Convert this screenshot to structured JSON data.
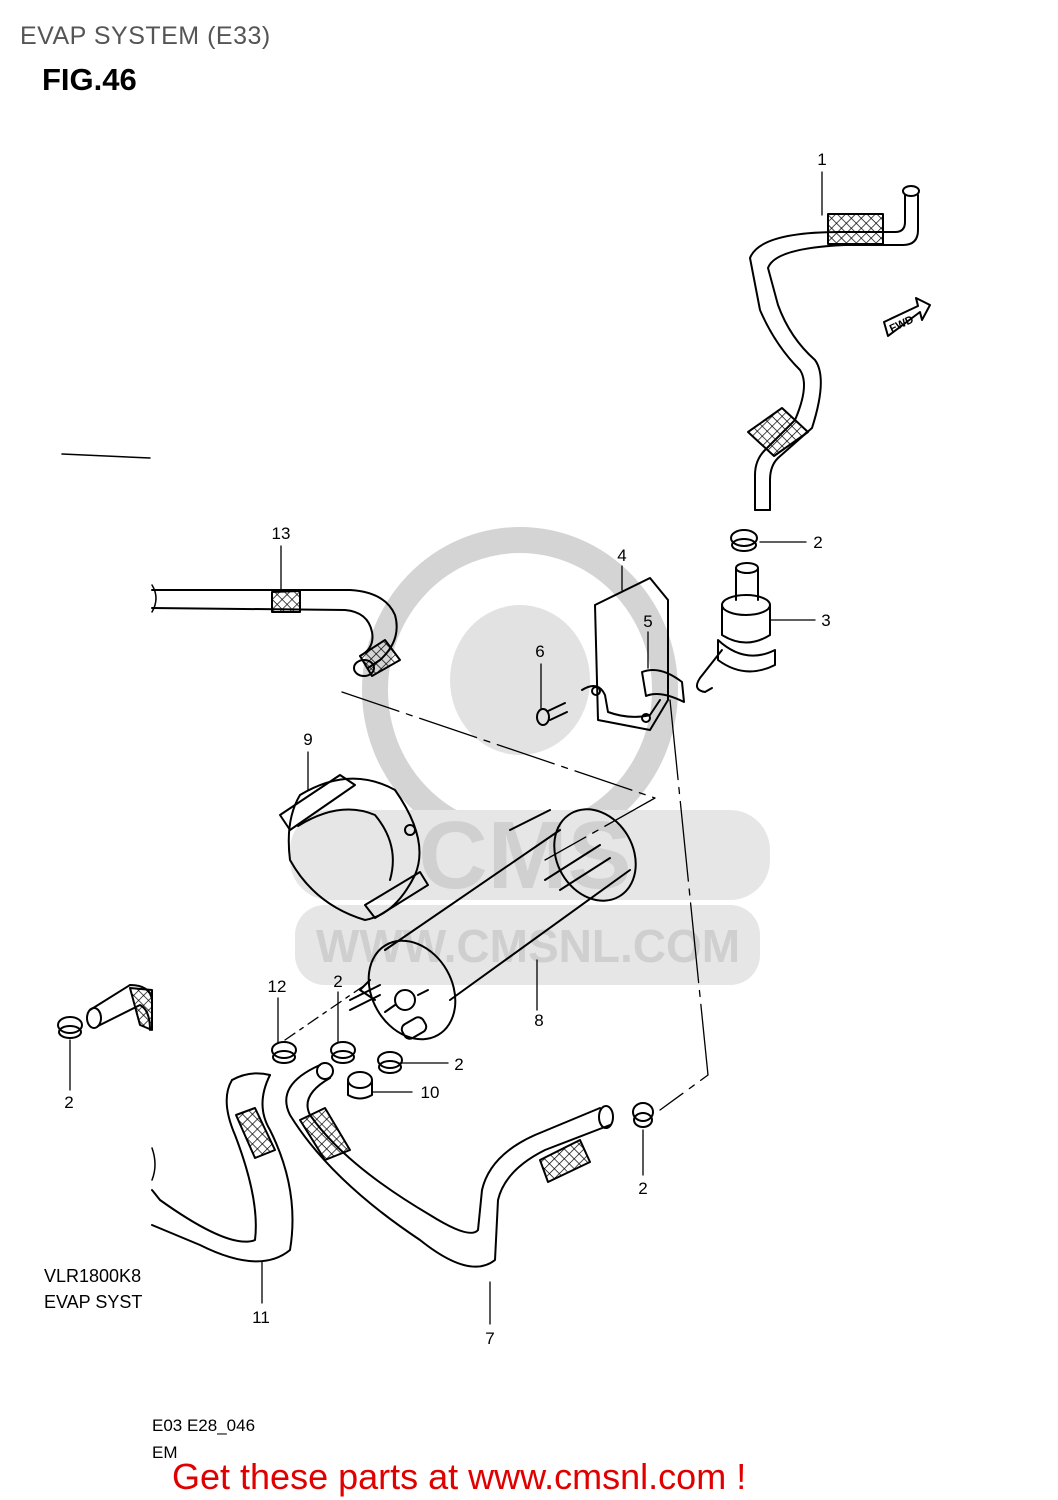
{
  "page": {
    "title": "EVAP SYSTEM (E33)",
    "figure": "FIG.46"
  },
  "watermark": {
    "text": "WWW.CMSNL.COM",
    "logo_text": "CMS"
  },
  "diagram": {
    "fwd_label": "FWD",
    "callouts": {
      "c1": "1",
      "c2a": "2",
      "c3": "3",
      "c4": "4",
      "c5": "5",
      "c6": "6",
      "c13": "13",
      "c9": "9",
      "c8": "8",
      "c12": "12",
      "c2b": "2",
      "c2c": "2",
      "c10": "10",
      "c2d": "2",
      "c2e": "2",
      "c11": "11",
      "c7": "7"
    },
    "model_code": "VLR1800K8",
    "model_desc": "EVAP SYST",
    "ref_code": "E03 E28_046",
    "ref_fragment": "EM"
  },
  "footer": {
    "text": "Get these parts at www.cmsnl.com !",
    "color": "#e00000"
  },
  "colors": {
    "line": "#000000",
    "watermark": "#d4d4d4",
    "title": "#555555"
  }
}
